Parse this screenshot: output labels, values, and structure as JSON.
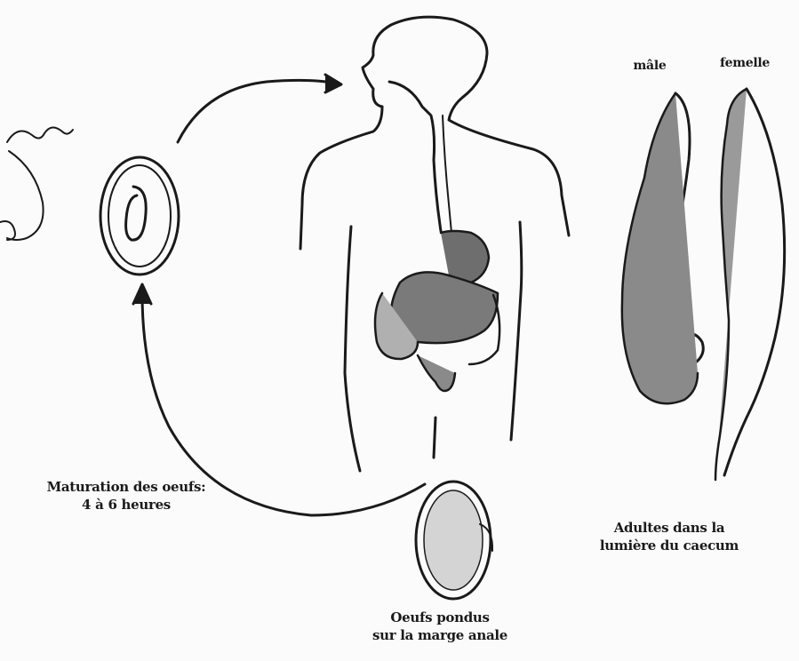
{
  "labels": {
    "maturation": [
      "Maturation des oeufs:",
      "4 à 6 heures"
    ],
    "adults": [
      "Adultes dans la",
      "lumière du caecum"
    ],
    "eggs": [
      "Oeufs pondus",
      "sur la marge anale"
    ],
    "male": "mâle",
    "female": "femelle"
  },
  "colors": {
    "ink": "#1a1a1a",
    "organ_fill": "#6e6e6e",
    "organ_light": "#a8a8a8",
    "paper": "#fbfbfb"
  }
}
